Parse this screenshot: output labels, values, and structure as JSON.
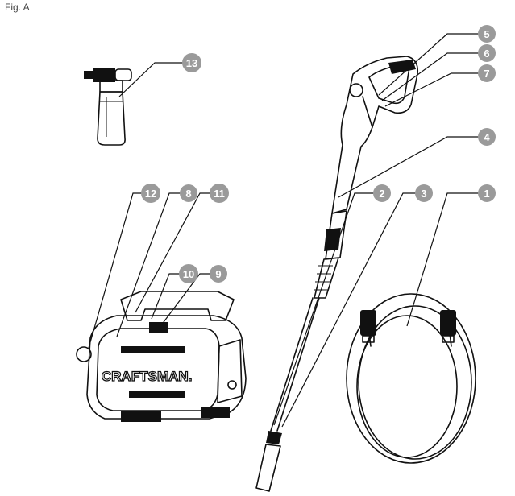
{
  "figure": {
    "label": "Fig. A"
  },
  "brand_text": "CRAFTSMAN.",
  "callouts": {
    "c1": "1",
    "c2": "2",
    "c3": "3",
    "c4": "4",
    "c5": "5",
    "c6": "6",
    "c7": "7",
    "c8": "8",
    "c9": "9",
    "c10": "10",
    "c11": "11",
    "c12": "12",
    "c13": "13"
  }
}
